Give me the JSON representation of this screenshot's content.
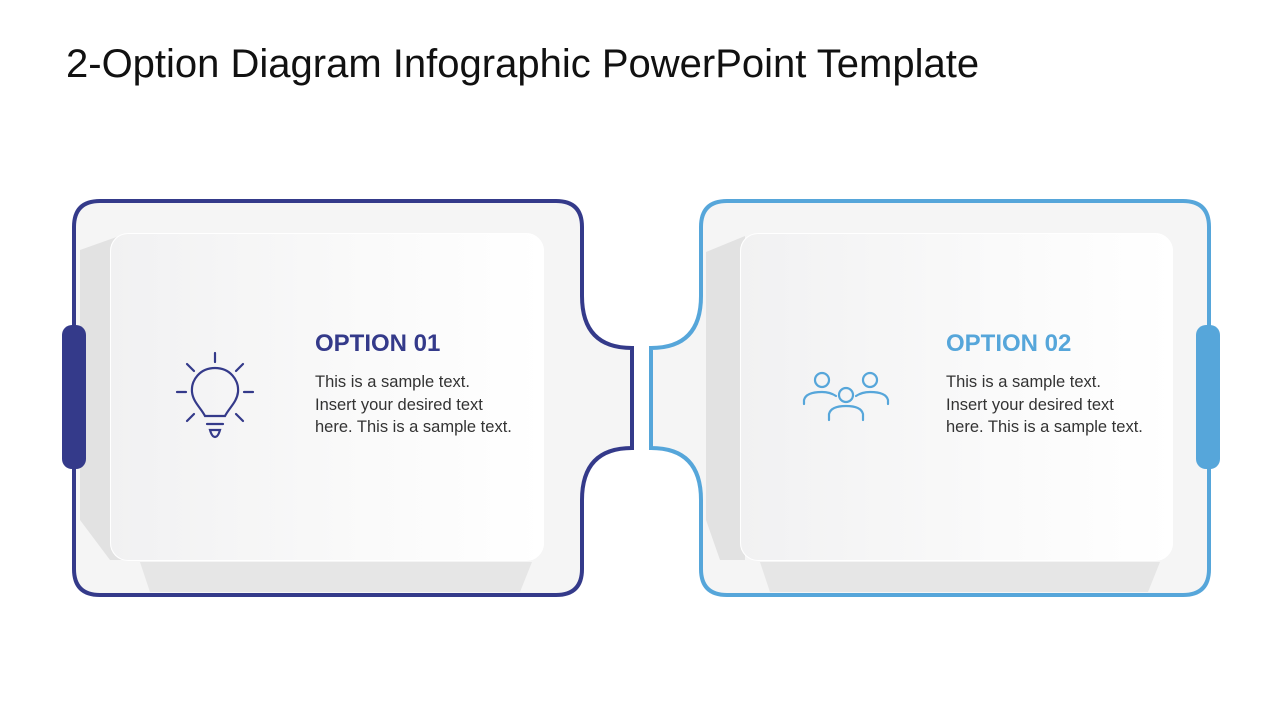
{
  "title": "2-Option Diagram Infographic PowerPoint Template",
  "colors": {
    "option1": "#343a8a",
    "option2": "#56a6da",
    "panel": "#f5f5f5",
    "text": "#333333"
  },
  "options": [
    {
      "title": "OPTION 01",
      "text": "This is a sample text. Insert your desired text here. This is a sample text.",
      "icon": "lightbulb-icon"
    },
    {
      "title": "OPTION 02",
      "text": "This is a sample text. Insert your desired text here. This is a sample text.",
      "icon": "people-group-icon"
    }
  ]
}
